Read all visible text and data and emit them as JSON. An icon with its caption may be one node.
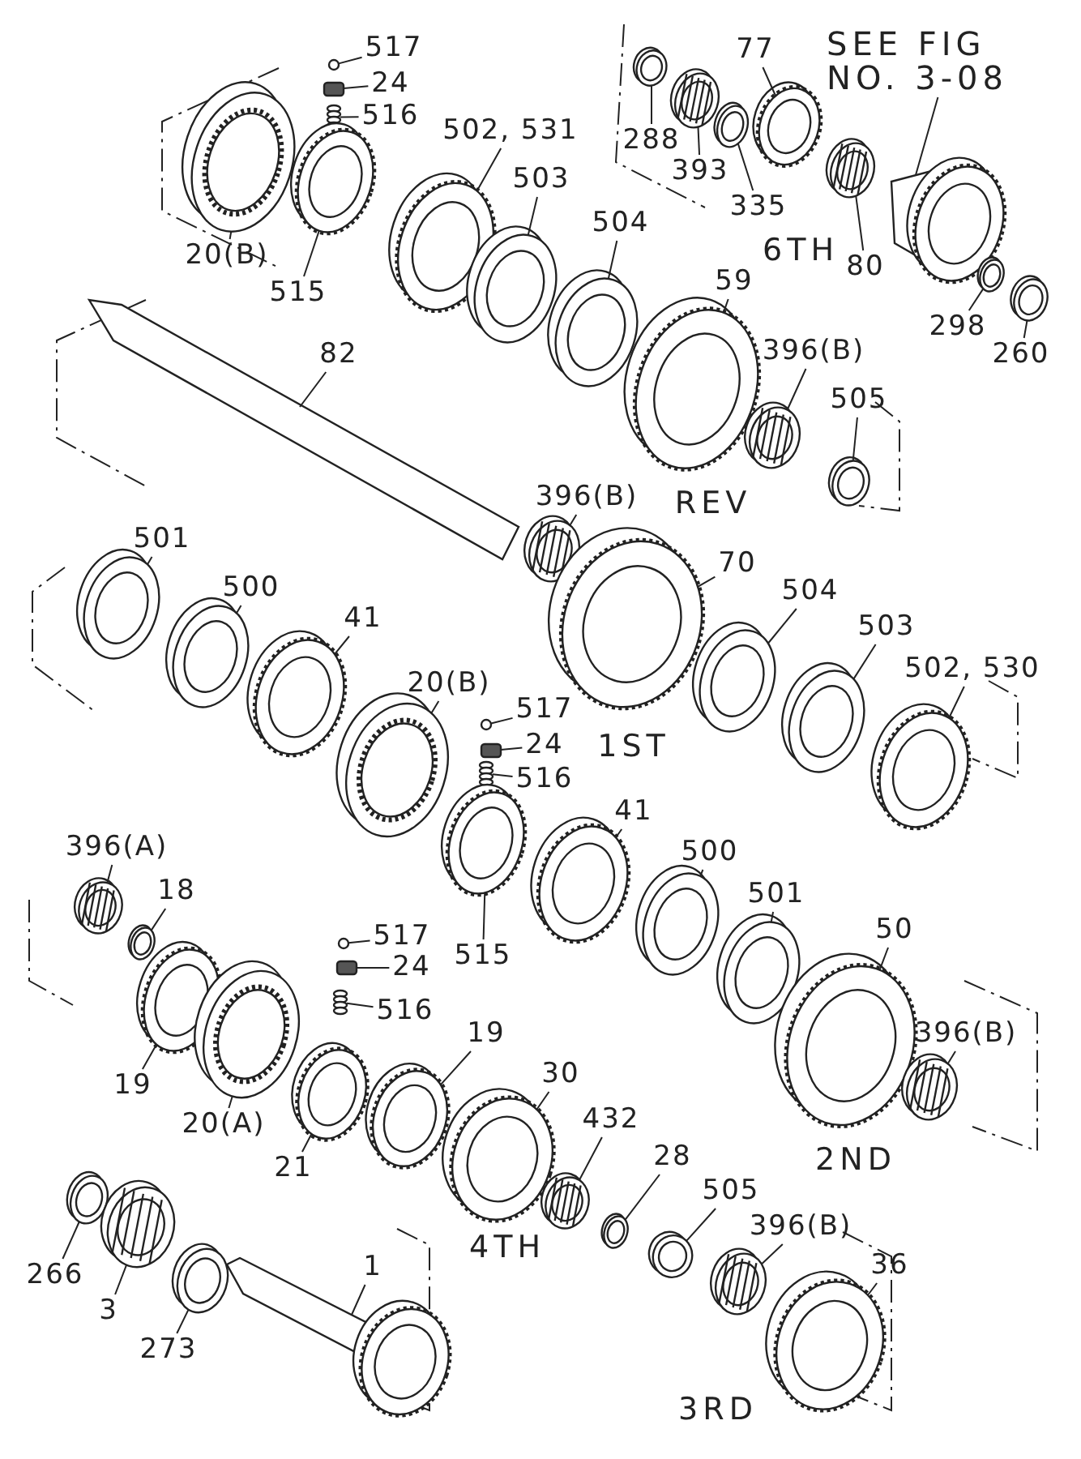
{
  "diagram": {
    "nodes": [
      {
        "text": [
          "517"
        ]
      },
      {
        "text": [
          "24"
        ]
      },
      {
        "text": [
          "516"
        ]
      },
      {
        "text": [
          "502, 531"
        ]
      },
      {
        "text": [
          "288"
        ]
      },
      {
        "text": [
          "393"
        ]
      },
      {
        "text": [
          "77"
        ]
      },
      {
        "text": [
          "335"
        ]
      },
      {
        "text": [
          "SEE FIG NO. 3-08"
        ]
      },
      {
        "text": [
          "20(B)"
        ]
      },
      {
        "text": [
          "515"
        ]
      },
      {
        "text": [
          "503"
        ]
      },
      {
        "text": [
          "504"
        ]
      },
      {
        "text": [
          "80"
        ]
      },
      {
        "text": [
          "298"
        ]
      },
      {
        "text": [
          "260"
        ]
      },
      {
        "text": [
          "59"
        ]
      },
      {
        "text": [
          "82"
        ]
      },
      {
        "text": [
          "396(B)"
        ]
      },
      {
        "text": [
          "505"
        ]
      },
      {
        "text": [
          "396(B)"
        ]
      },
      {
        "text": [
          "501"
        ]
      },
      {
        "text": [
          "70"
        ]
      },
      {
        "text": [
          "500"
        ]
      },
      {
        "text": [
          "504"
        ]
      },
      {
        "text": [
          "503"
        ]
      },
      {
        "text": [
          "41"
        ]
      },
      {
        "text": [
          "502, 530"
        ]
      },
      {
        "text": [
          "20(B)"
        ]
      },
      {
        "text": [
          "517"
        ]
      },
      {
        "text": [
          "24"
        ]
      },
      {
        "text": [
          "516"
        ]
      },
      {
        "text": [
          "41"
        ]
      },
      {
        "text": [
          "396(A)"
        ]
      },
      {
        "text": [
          "500"
        ]
      },
      {
        "text": [
          "18"
        ]
      },
      {
        "text": [
          "501"
        ]
      },
      {
        "text": [
          "517"
        ]
      },
      {
        "text": [
          "50"
        ]
      },
      {
        "text": [
          "515"
        ]
      },
      {
        "text": [
          "24"
        ]
      },
      {
        "text": [
          "516"
        ]
      },
      {
        "text": [
          "19"
        ]
      },
      {
        "text": [
          "396(B)"
        ]
      },
      {
        "text": [
          "30"
        ]
      },
      {
        "text": [
          "19"
        ]
      },
      {
        "text": [
          "432"
        ]
      },
      {
        "text": [
          "20(A)"
        ]
      },
      {
        "text": [
          "28"
        ]
      },
      {
        "text": [
          "21"
        ]
      },
      {
        "text": [
          "505"
        ]
      },
      {
        "text": [
          "396(B)"
        ]
      },
      {
        "text": [
          "1"
        ]
      },
      {
        "text": [
          "36"
        ]
      },
      {
        "text": [
          "266"
        ]
      },
      {
        "text": [
          "3"
        ]
      },
      {
        "text": [
          "273"
        ]
      },
      {
        "text": [],
        "shape": "circle"
      },
      {
        "text": [],
        "shape": "box"
      },
      {
        "text": [],
        "shape": "picture"
      },
      {
        "text": [],
        "shape": "picture"
      },
      {
        "text": [],
        "shape": "picture"
      },
      {
        "text": [],
        "shape": "picture"
      },
      {
        "text": [],
        "shape": "picture"
      },
      {
        "text": [],
        "shape": "picture"
      },
      {
        "text": [],
        "shape": "picture"
      },
      {
        "text": [],
        "shape": "picture"
      },
      {
        "text": [],
        "shape": "picture"
      },
      {
        "text": [],
        "shape": "picture"
      },
      {
        "text": [],
        "shape": "picture"
      },
      {
        "text": [],
        "shape": "picture"
      },
      {
        "text": [],
        "shape": "picture"
      },
      {
        "text": [],
        "shape": "picture"
      },
      {
        "text": [],
        "shape": "picture"
      },
      {
        "text": [],
        "shape": "picture"
      },
      {
        "text": [],
        "shape": "picture"
      },
      {
        "text": [],
        "shape": "picture"
      },
      {
        "text": [],
        "shape": "picture"
      },
      {
        "text": [],
        "shape": "picture"
      },
      {
        "text": [],
        "shape": "picture"
      },
      {
        "text": [],
        "shape": "picture"
      },
      {
        "text": [],
        "shape": "picture"
      },
      {
        "text": [],
        "shape": "picture"
      },
      {
        "text": [],
        "shape": "picture"
      },
      {
        "text": [],
        "shape": "picture"
      },
      {
        "text": [],
        "shape": "picture"
      },
      {
        "text": [],
        "shape": "circle"
      },
      {
        "text": [],
        "shape": "box"
      },
      {
        "text": [],
        "shape": "picture"
      },
      {
        "text": [],
        "shape": "picture"
      },
      {
        "text": [],
        "shape": "picture"
      },
      {
        "text": [],
        "shape": "picture"
      },
      {
        "text": [],
        "shape": "picture"
      },
      {
        "text": [],
        "shape": "picture"
      },
      {
        "text": [],
        "shape": "circle"
      },
      {
        "text": [],
        "shape": "picture"
      },
      {
        "text": [],
        "shape": "picture"
      },
      {
        "text": [],
        "shape": "box"
      },
      {
        "text": [],
        "shape": "picture"
      },
      {
        "text": [],
        "shape": "picture"
      },
      {
        "text": [],
        "shape": "picture"
      },
      {
        "text": [],
        "shape": "picture"
      },
      {
        "text": [],
        "shape": "picture"
      },
      {
        "text": [],
        "shape": "picture"
      },
      {
        "text": [],
        "shape": "picture"
      },
      {
        "text": [],
        "shape": "picture"
      },
      {
        "text": [],
        "shape": "picture"
      },
      {
        "text": [],
        "shape": "picture"
      },
      {
        "text": [],
        "shape": "picture"
      },
      {
        "text": [],
        "shape": "picture"
      },
      {
        "text": [],
        "shape": "picture"
      },
      {
        "text": [],
        "shape": "picture"
      },
      {
        "text": [],
        "shape": "picture"
      },
      {
        "text": [],
        "shape": "picture"
      }
    ],
    "edges": [
      {
        "from": 0,
        "to": 57,
        "arrow": "none"
      },
      {
        "from": 1,
        "to": 58,
        "arrow": "none"
      },
      {
        "from": 2,
        "to": 59,
        "arrow": "none"
      },
      {
        "from": 3,
        "to": 60,
        "arrow": "none"
      },
      {
        "from": 4,
        "to": 61,
        "arrow": "none"
      },
      {
        "from": 5,
        "to": 62,
        "arrow": "none"
      },
      {
        "from": 6,
        "to": 63,
        "arrow": "none"
      },
      {
        "from": 7,
        "to": 64,
        "arrow": "none"
      },
      {
        "from": 8,
        "to": 65,
        "arrow": "none"
      },
      {
        "from": 9,
        "to": 66,
        "arrow": "none"
      },
      {
        "from": 10,
        "to": 67,
        "arrow": "none"
      },
      {
        "from": 11,
        "to": 68,
        "arrow": "none"
      },
      {
        "from": 12,
        "to": 69,
        "arrow": "none"
      },
      {
        "from": 13,
        "to": 70,
        "arrow": "none"
      },
      {
        "from": 14,
        "to": 71,
        "arrow": "none"
      },
      {
        "from": 15,
        "to": 72,
        "arrow": "none"
      },
      {
        "from": 16,
        "to": 73,
        "arrow": "none"
      },
      {
        "from": 17,
        "to": 74,
        "arrow": "none"
      },
      {
        "from": 18,
        "to": 75,
        "arrow": "none"
      },
      {
        "from": 19,
        "to": 76,
        "arrow": "none"
      },
      {
        "from": 20,
        "to": 77,
        "arrow": "none"
      },
      {
        "from": 21,
        "to": 78,
        "arrow": "none"
      },
      {
        "from": 22,
        "to": 79,
        "arrow": "none"
      },
      {
        "from": 23,
        "to": 80,
        "arrow": "none"
      },
      {
        "from": 24,
        "to": 81,
        "arrow": "none"
      },
      {
        "from": 25,
        "to": 82,
        "arrow": "none"
      },
      {
        "from": 26,
        "to": 83,
        "arrow": "none"
      },
      {
        "from": 27,
        "to": 84,
        "arrow": "none"
      },
      {
        "from": 28,
        "to": 85,
        "arrow": "none"
      },
      {
        "from": 29,
        "to": 86,
        "arrow": "none"
      },
      {
        "from": 30,
        "to": 87,
        "arrow": "none"
      },
      {
        "from": 31,
        "to": 88,
        "arrow": "none"
      },
      {
        "from": 32,
        "to": 89,
        "arrow": "none"
      },
      {
        "from": 33,
        "to": 90,
        "arrow": "none"
      },
      {
        "from": 34,
        "to": 91,
        "arrow": "none"
      },
      {
        "from": 35,
        "to": 92,
        "arrow": "none"
      },
      {
        "from": 36,
        "to": 93,
        "arrow": "none"
      },
      {
        "from": 37,
        "to": 94,
        "arrow": "none"
      },
      {
        "from": 38,
        "to": 95,
        "arrow": "none"
      },
      {
        "from": 39,
        "to": 96,
        "arrow": "none"
      },
      {
        "from": 40,
        "to": 97,
        "arrow": "none"
      },
      {
        "from": 41,
        "to": 98,
        "arrow": "none"
      },
      {
        "from": 42,
        "to": 99,
        "arrow": "none"
      },
      {
        "from": 43,
        "to": 100,
        "arrow": "none"
      },
      {
        "from": 44,
        "to": 101,
        "arrow": "none"
      },
      {
        "from": 45,
        "to": 102,
        "arrow": "none"
      },
      {
        "from": 46,
        "to": 103,
        "arrow": "none"
      },
      {
        "from": 47,
        "to": 104,
        "arrow": "none"
      },
      {
        "from": 48,
        "to": 105,
        "arrow": "none"
      },
      {
        "from": 49,
        "to": 106,
        "arrow": "none"
      },
      {
        "from": 50,
        "to": 107,
        "arrow": "none"
      },
      {
        "from": 51,
        "to": 108,
        "arrow": "none"
      },
      {
        "from": 52,
        "to": 109,
        "arrow": "none"
      },
      {
        "from": 53,
        "to": 110,
        "arrow": "none"
      },
      {
        "from": 54,
        "to": 111,
        "arrow": "none"
      },
      {
        "from": 55,
        "to": 112,
        "arrow": "none"
      },
      {
        "from": 56,
        "to": 113,
        "arrow": "none"
      }
    ],
    "labels": [
      "6TH",
      "REV",
      "1ST",
      "2ND",
      "4TH",
      "3RD"
    ]
  }
}
